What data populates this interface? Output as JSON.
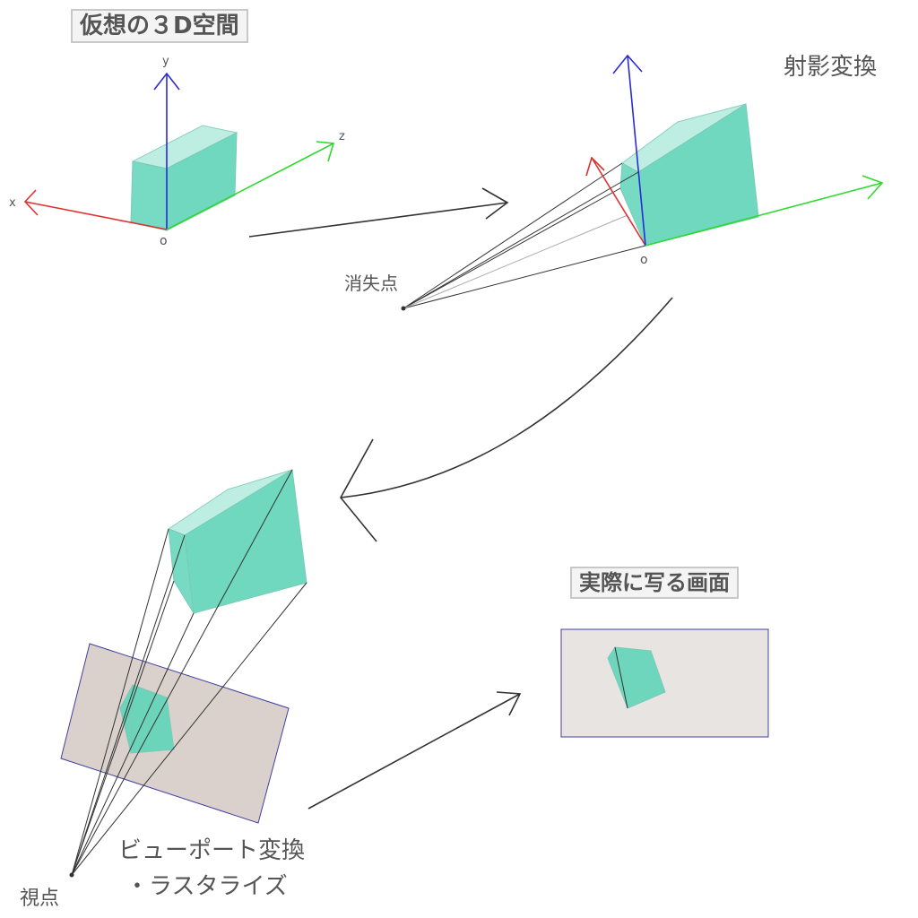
{
  "titles": {
    "virtual_space": "仮想の３D空間",
    "projection": "射影変換",
    "actual_screen": "実際に写る画面",
    "viewport_line1": "ビューポート変換",
    "viewport_line2": "・ラスタライズ"
  },
  "labels": {
    "vanishing_point": "消失点",
    "viewpoint": "視点",
    "axis_x": "x",
    "axis_y": "y",
    "axis_z": "z",
    "origin_1": "o",
    "origin_2": "o"
  },
  "colors": {
    "axis_x": "#e03030",
    "axis_y": "#2a2ad8",
    "axis_z": "#30d830",
    "box_face": "#5fd4b8",
    "box_top": "#a8e8d8",
    "screen_fill": "#d6ccc8",
    "screen_fill_2": "#e8e4e2",
    "screen_border": "#4040a0",
    "line": "#333333"
  }
}
